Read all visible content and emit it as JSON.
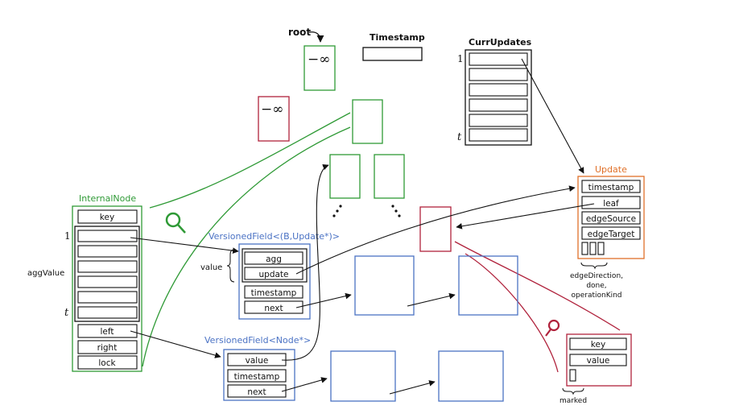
{
  "colors": {
    "green": "#2f9a36",
    "blue": "#4a72c4",
    "red": "#b0223c",
    "orange": "#e07028",
    "black": "#111111"
  },
  "labels": {
    "root": "root",
    "timestamp": "Timestamp",
    "curr_updates": "CurrUpdates",
    "curr_updates_first_index": "1",
    "curr_updates_last_index": "t",
    "neg_inf": "−∞",
    "ellipsis_dots": "⋰",
    "internal_node": {
      "title": "InternalNode",
      "key": "key",
      "index_first": "1",
      "index_last": "t",
      "agg_value": "aggValue",
      "left": "left",
      "right": "right",
      "lock": "lock"
    },
    "versioned_field_b": {
      "title": "VersionedField<(B,Update*)>",
      "value_label": "value",
      "agg": "agg",
      "update": "update",
      "timestamp": "timestamp",
      "next": "next"
    },
    "versioned_field_node": {
      "title": "VersionedField<Node*>",
      "value": "value",
      "timestamp": "timestamp",
      "next": "next"
    },
    "update": {
      "title": "Update",
      "timestamp": "timestamp",
      "leaf": "leaf",
      "edge_source": "edgeSource",
      "edge_target": "edgeTarget",
      "brace_note_1": "edgeDirection,",
      "brace_note_2": "done,",
      "brace_note_3": "operationKind"
    },
    "leaf": {
      "key": "key",
      "value": "value",
      "marked": "marked"
    }
  }
}
